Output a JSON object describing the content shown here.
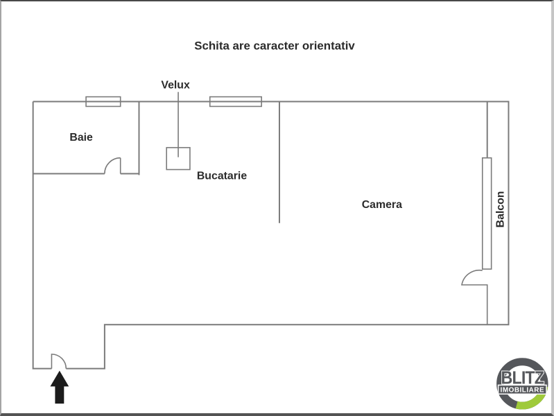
{
  "title": "Schita are caracter orientativ",
  "rooms": {
    "baie": "Baie",
    "bucatarie": "Bucatarie",
    "camera": "Camera",
    "balcon": "Balcon"
  },
  "annotations": {
    "velux": "Velux"
  },
  "logo": {
    "line1": "BLITZ",
    "line2": "IMOBILIARE",
    "ring_color": "#55575b",
    "accent_color": "#9fca3a"
  },
  "colors": {
    "background": "#ffffff",
    "wall": "#7a7a7a",
    "ink": "#2b2b2b",
    "arrow": "#1c1c1c"
  }
}
